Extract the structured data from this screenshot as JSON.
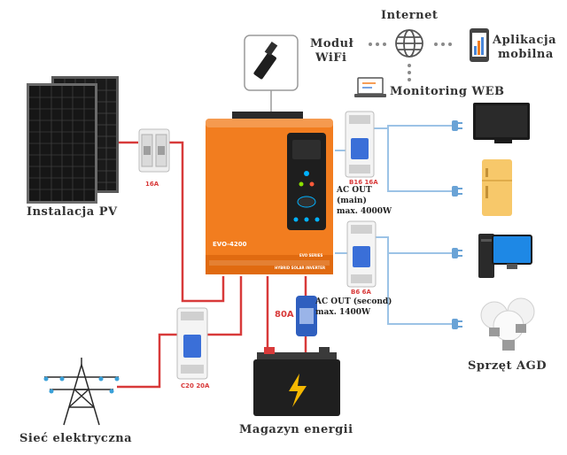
{
  "labels": {
    "pv": "Instalacja PV",
    "grid": "Sieć elektryczna",
    "battery": "Magazyn energii",
    "appliances": "Sprzęt AGD",
    "internet": "Internet",
    "wifi_line1": "Moduł",
    "wifi_line2": "WiFi",
    "app_line1": "Aplikacja",
    "app_line2": "mobilna",
    "monitoring": "Monitoring WEB",
    "ac_main_1": "AC OUT",
    "ac_main_2": "(main)",
    "ac_main_3": "max. 4000W",
    "ac_second_1": "AC OUT (second)",
    "ac_second_2": "max. 1400W"
  },
  "breakers": {
    "pv": "16A",
    "grid": "C20 20A",
    "out_main": "B16 16A",
    "out_second": "B6 6A",
    "battery_fuse": "80A"
  },
  "inverter": {
    "model": "EVO-4200",
    "series": "EVO SERIES",
    "subtitle": "HYBRID SOLAR INVERTER"
  },
  "colors": {
    "inverter_orange": "#f27d1f",
    "dc_line": "#d83a3a",
    "ac_line": "#9cc3e6",
    "dotted": "#8a8a8a"
  }
}
